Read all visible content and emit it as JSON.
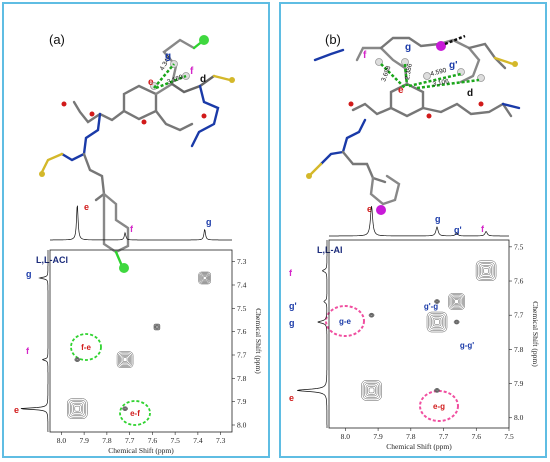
{
  "colors": {
    "border": "#5fbde3",
    "label_e": "#d11a1a",
    "label_f": "#d426c8",
    "label_g": "#1a3aa8",
    "circle_green": "#2fd32f",
    "circle_magenta": "#f04fa0",
    "contour": "#5b5b5b",
    "hbond_green": "#1aa61a"
  },
  "panels": [
    {
      "label": "(a)",
      "compound_prefix": "L,L-",
      "compound_name": "ACl",
      "structure": {
        "atom_labels": {
          "e": "e",
          "f": "f",
          "g": "g",
          "d": "d"
        },
        "distances": [
          "4.348",
          "3.189"
        ]
      },
      "spectrum_1d_labels": [
        "e",
        "f",
        "g"
      ],
      "left_labels": [
        "g",
        "f",
        "e"
      ],
      "cross_peak_annotations": [
        "f-e",
        "e-f"
      ]
    },
    {
      "label": "(b)",
      "compound_prefix": "L,L-",
      "compound_name": "AI",
      "structure": {
        "atom_labels": {
          "e": "e",
          "f": "f",
          "g": "g",
          "g_prime": "g'",
          "d": "d"
        },
        "distances": [
          "3.698",
          "2.386",
          "4.590",
          "3.106"
        ]
      },
      "spectrum_1d_labels": [
        "e",
        "g",
        "g'",
        "f"
      ],
      "left_labels": [
        "f",
        "g'",
        "g",
        "e"
      ],
      "cross_peak_annotations": [
        "g-e",
        "g'-g",
        "g-g'",
        "e-g"
      ]
    }
  ],
  "chart_data": [
    {
      "type": "heatmap",
      "title": "L,L-ACl NOESY",
      "xlabel": "Chemical Shift (ppm)",
      "ylabel": "Chemical Shift (ppm)",
      "xlim": [
        8.05,
        7.25
      ],
      "ylim": [
        7.25,
        8.03
      ],
      "x_ticks": [
        "8.0",
        "7.9",
        "7.8",
        "7.7",
        "7.6",
        "7.5",
        "7.4",
        "7.3"
      ],
      "y_ticks": [
        "7.3",
        "7.4",
        "7.5",
        "7.6",
        "7.7",
        "7.8",
        "7.9",
        "8.0"
      ],
      "spectrum_1d_peaks": [
        {
          "label": "e",
          "shift": 7.93,
          "height": 1.0
        },
        {
          "label": "f",
          "shift": 7.72,
          "height": 0.2
        },
        {
          "label": "g",
          "shift": 7.37,
          "height": 0.3
        }
      ],
      "diagonal_peaks": [
        {
          "x": 7.93,
          "y": 7.93,
          "size": "large"
        },
        {
          "x": 7.72,
          "y": 7.72,
          "size": "medium"
        },
        {
          "x": 7.37,
          "y": 7.37,
          "size": "small"
        },
        {
          "x": 7.58,
          "y": 7.58,
          "size": "tiny"
        }
      ],
      "cross_peaks": [
        {
          "label": "f-e",
          "x": 7.93,
          "y": 7.72
        },
        {
          "label": "e-f",
          "x": 7.72,
          "y": 7.93
        }
      ]
    },
    {
      "type": "heatmap",
      "title": "L,L-AI NOESY",
      "xlabel": "Chemical Shift (ppm)",
      "ylabel": "Chemical Shift (ppm)",
      "xlim": [
        8.05,
        7.5
      ],
      "ylim": [
        7.48,
        8.03
      ],
      "x_ticks": [
        "8.0",
        "7.9",
        "7.8",
        "7.7",
        "7.6",
        "7.5"
      ],
      "y_ticks": [
        "7.5",
        "7.6",
        "7.7",
        "7.8",
        "7.9",
        "8.0"
      ],
      "spectrum_1d_peaks": [
        {
          "label": "e",
          "shift": 7.92,
          "height": 1.0
        },
        {
          "label": "g",
          "shift": 7.72,
          "height": 0.3
        },
        {
          "label": "g'",
          "shift": 7.66,
          "height": 0.1
        },
        {
          "label": "f",
          "shift": 7.57,
          "height": 0.15
        }
      ],
      "diagonal_peaks": [
        {
          "x": 7.92,
          "y": 7.92,
          "size": "large"
        },
        {
          "x": 7.72,
          "y": 7.72,
          "size": "large"
        },
        {
          "x": 7.66,
          "y": 7.66,
          "size": "medium"
        },
        {
          "x": 7.57,
          "y": 7.57,
          "size": "large"
        }
      ],
      "cross_peaks": [
        {
          "label": "g-e",
          "x": 7.92,
          "y": 7.7
        },
        {
          "label": "g'-g",
          "x": 7.72,
          "y": 7.66
        },
        {
          "label": "g-g'",
          "x": 7.66,
          "y": 7.72
        },
        {
          "label": "e-g",
          "x": 7.72,
          "y": 7.92
        }
      ]
    }
  ]
}
